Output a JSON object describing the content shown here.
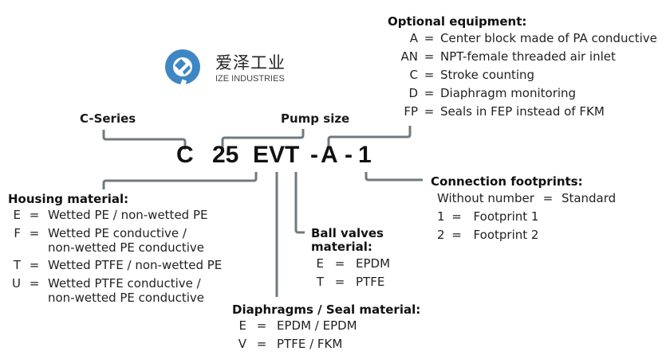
{
  "logo": {
    "cn_text": "爱泽工业",
    "en_text": "IZE INDUSTRIES",
    "brand_color": "#3f86c4"
  },
  "line_color": "#6f7a80",
  "labels": {
    "c_series": "C-Series",
    "pump_size": "Pump size"
  },
  "model_code": {
    "series": "C",
    "size": "25",
    "materials": "EVT",
    "dash1": "-",
    "option": "A",
    "dash2": "-",
    "footprint": "1"
  },
  "optional_equipment": {
    "title": "Optional equipment:",
    "items": [
      {
        "code": "A",
        "desc": "Center block made of PA conductive"
      },
      {
        "code": "AN",
        "desc": "NPT-female threaded air inlet"
      },
      {
        "code": "C",
        "desc": "Stroke counting"
      },
      {
        "code": "D",
        "desc": "Diaphragm monitoring"
      },
      {
        "code": "FP",
        "desc": "Seals in FEP instead of FKM"
      }
    ]
  },
  "housing_material": {
    "title": "Housing material:",
    "items": [
      {
        "code": "E",
        "desc": "Wetted PE / non-wetted PE",
        "desc2": ""
      },
      {
        "code": "F",
        "desc": "Wetted PE conductive /",
        "desc2": "non-wetted PE conductive"
      },
      {
        "code": "T",
        "desc": "Wetted PTFE / non-wetted PE",
        "desc2": ""
      },
      {
        "code": "U",
        "desc": "Wetted PTFE conductive /",
        "desc2": "non-wetted PE conductive"
      }
    ]
  },
  "ball_valves": {
    "title_line1": "Ball valves",
    "title_line2": "material:",
    "items": [
      {
        "code": "E",
        "desc": "EPDM"
      },
      {
        "code": "T",
        "desc": "PTFE"
      }
    ]
  },
  "diaphragms": {
    "title": "Diaphragms / Seal material:",
    "items": [
      {
        "code": "E",
        "desc": "EPDM / EPDM"
      },
      {
        "code": "V",
        "desc": "PTFE / FKM"
      }
    ]
  },
  "connection_footprints": {
    "title": "Connection footprints:",
    "items": [
      {
        "code": "Without number",
        "desc": "Standard"
      },
      {
        "code": "1",
        "desc": "Footprint 1"
      },
      {
        "code": "2",
        "desc": "Footprint 2"
      }
    ]
  },
  "eq_sign": "="
}
